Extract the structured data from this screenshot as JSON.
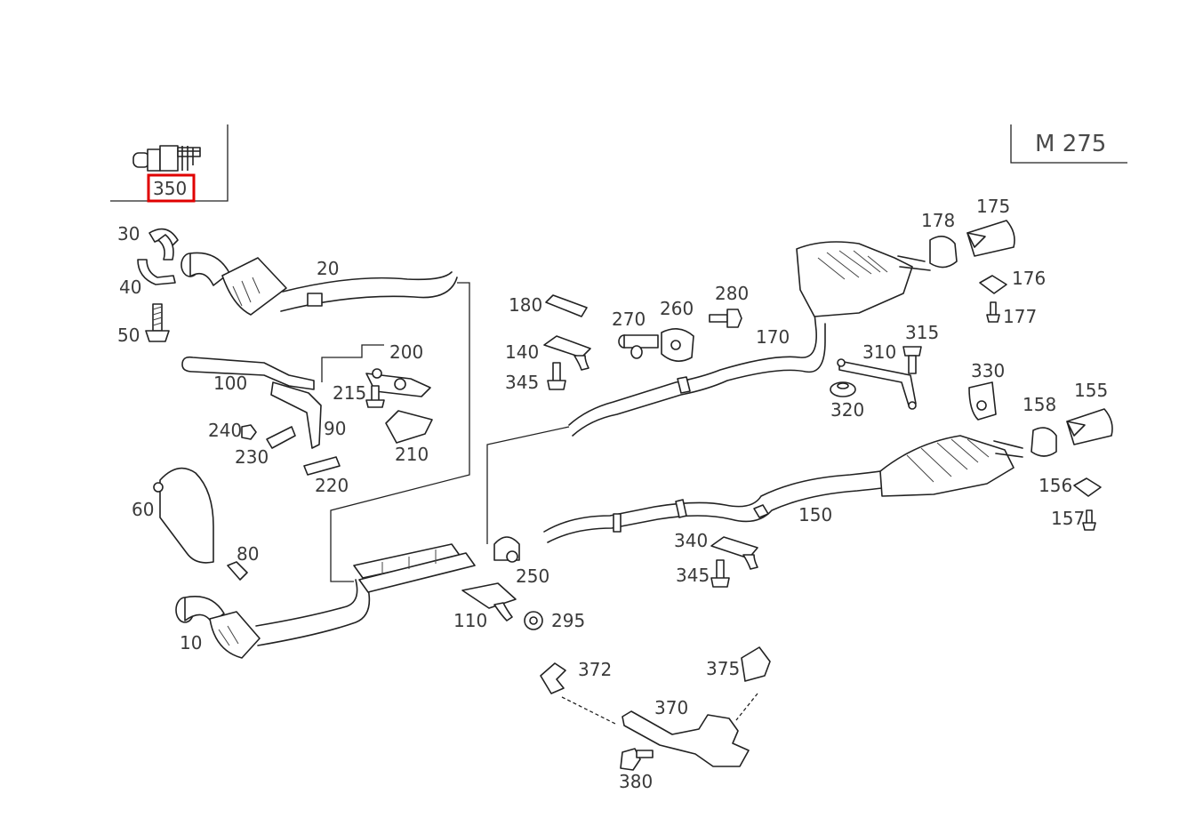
{
  "diagram": {
    "engine_code": "M 275",
    "highlighted_part": "350",
    "part_numbers": {
      "p10": "10",
      "p20": "20",
      "p30": "30",
      "p40": "40",
      "p50": "50",
      "p60": "60",
      "p80": "80",
      "p90": "90",
      "p100": "100",
      "p110": "110",
      "p140": "140",
      "p150": "150",
      "p155": "155",
      "p156": "156",
      "p157": "157",
      "p158": "158",
      "p170": "170",
      "p175": "175",
      "p176": "176",
      "p177": "177",
      "p178": "178",
      "p180": "180",
      "p200": "200",
      "p210": "210",
      "p215": "215",
      "p220": "220",
      "p230": "230",
      "p240": "240",
      "p250": "250",
      "p260": "260",
      "p270": "270",
      "p280": "280",
      "p295": "295",
      "p310": "310",
      "p315": "315",
      "p320": "320",
      "p330": "330",
      "p340": "340",
      "p345a": "345",
      "p345b": "345",
      "p350": "350",
      "p370": "370",
      "p372": "372",
      "p375": "375",
      "p380": "380"
    },
    "colors": {
      "highlight": "#e00000",
      "line": "#222222",
      "label": "#3a3a3a"
    }
  }
}
